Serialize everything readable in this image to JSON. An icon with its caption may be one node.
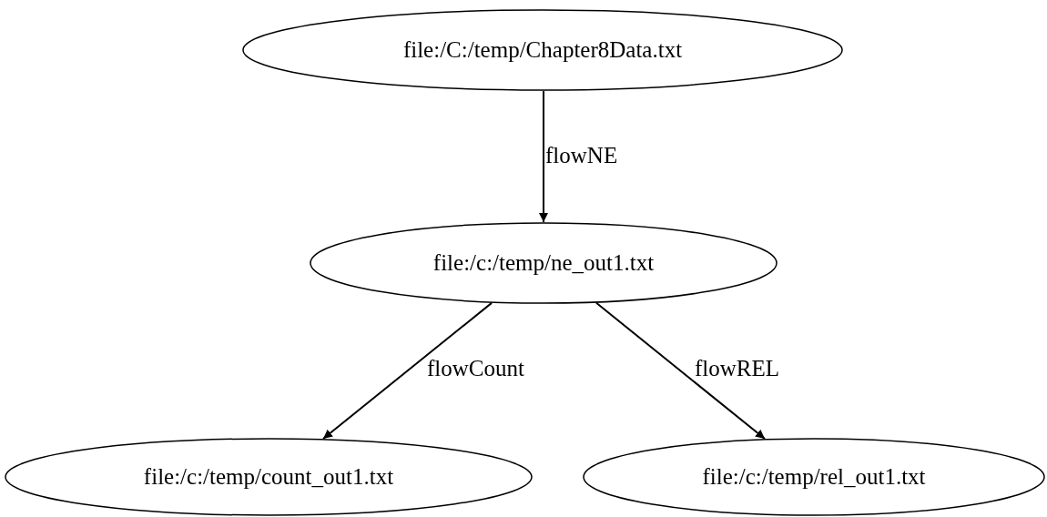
{
  "diagram": {
    "nodes": [
      {
        "text": [
          "file:/C:/temp/Chapter8Data.txt"
        ]
      },
      {
        "text": [
          "file:/c:/temp/ne_out1.txt"
        ]
      },
      {
        "text": [
          "file:/c:/temp/count_out1.txt"
        ]
      },
      {
        "text": [
          "file:/c:/temp/rel_out1.txt"
        ]
      }
    ],
    "edges": [
      {
        "from": 0,
        "to": 1,
        "arrow": "to",
        "label": "flowNE"
      },
      {
        "from": 1,
        "to": 2,
        "arrow": "to",
        "label": "flowCount"
      },
      {
        "from": 1,
        "to": 3,
        "arrow": "to",
        "label": "flowREL"
      }
    ]
  }
}
